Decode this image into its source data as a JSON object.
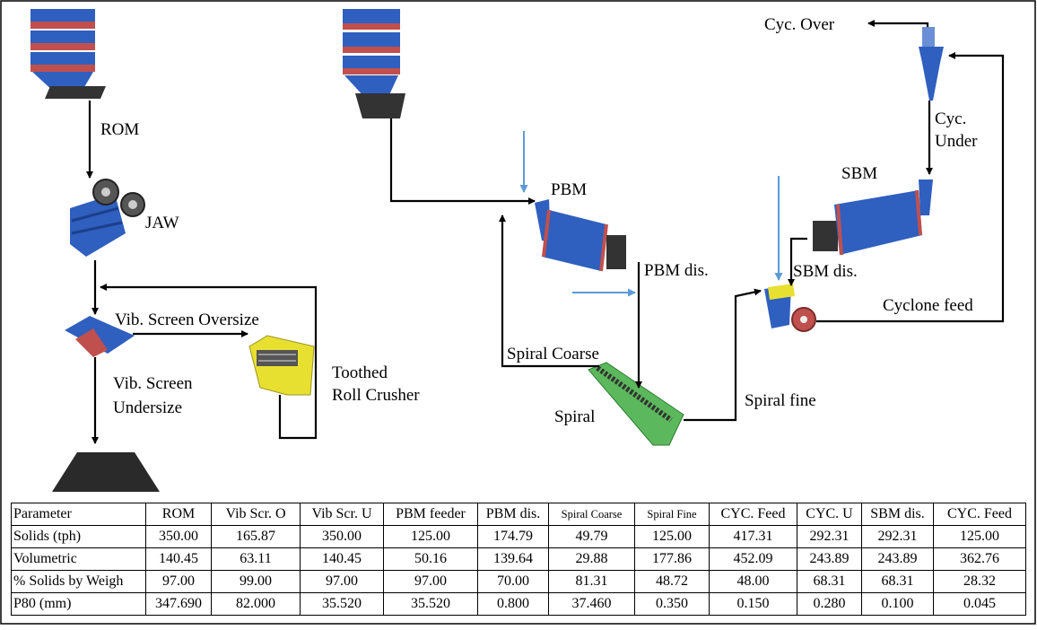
{
  "labels": {
    "rom": "ROM",
    "jaw": "JAW",
    "vib_over": "Vib. Screen Oversize",
    "vib_under_1": "Vib. Screen",
    "vib_under_2": "Undersize",
    "toothed_1": "Toothed",
    "toothed_2": "Roll Crusher",
    "pbm": "PBM",
    "pbm_dis": "PBM dis.",
    "spiral_coarse": "Spiral Coarse",
    "spiral": "Spiral",
    "spiral_fine": "Spiral fine",
    "sbm": "SBM",
    "sbm_dis": "SBM dis.",
    "cyclone_feed": "Cyclone feed",
    "cyc_over": "Cyc. Over",
    "cyc_under_1": "Cyc.",
    "cyc_under_2": "Under"
  },
  "colors": {
    "equipment_blue": "#2f5fbf",
    "band_red": "#c0504d",
    "crusher_yellow": "#e8e030",
    "spiral_green": "#5cb85c",
    "water_arrow": "#5b9bd5",
    "pile": "#2a2a2a"
  },
  "table": {
    "headers": [
      "Parameter",
      "ROM",
      "Vib Scr. O",
      "Vib Scr. U",
      "PBM feeder",
      "PBM dis.",
      "Spiral Coarse",
      "Spiral Fine",
      "CYC. Feed",
      "CYC. U",
      "SBM dis.",
      "CYC. Feed"
    ],
    "rows": [
      [
        "Solids (tph)",
        "350.00",
        "165.87",
        "350.00",
        "125.00",
        "174.79",
        "49.79",
        "125.00",
        "417.31",
        "292.31",
        "292.31",
        "125.00"
      ],
      [
        "Volumetric",
        "140.45",
        "63.11",
        "140.45",
        "50.16",
        "139.64",
        "29.88",
        "177.86",
        "452.09",
        "243.89",
        "243.89",
        "362.76"
      ],
      [
        "% Solids by Weigh",
        "97.00",
        "99.00",
        "97.00",
        "97.00",
        "70.00",
        "81.31",
        "48.72",
        "48.00",
        "68.31",
        "68.31",
        "28.32"
      ],
      [
        "P80 (mm)",
        "347.690",
        "82.000",
        "35.520",
        "35.520",
        "0.800",
        "37.460",
        "0.350",
        "0.150",
        "0.280",
        "0.100",
        "0.045"
      ]
    ]
  }
}
